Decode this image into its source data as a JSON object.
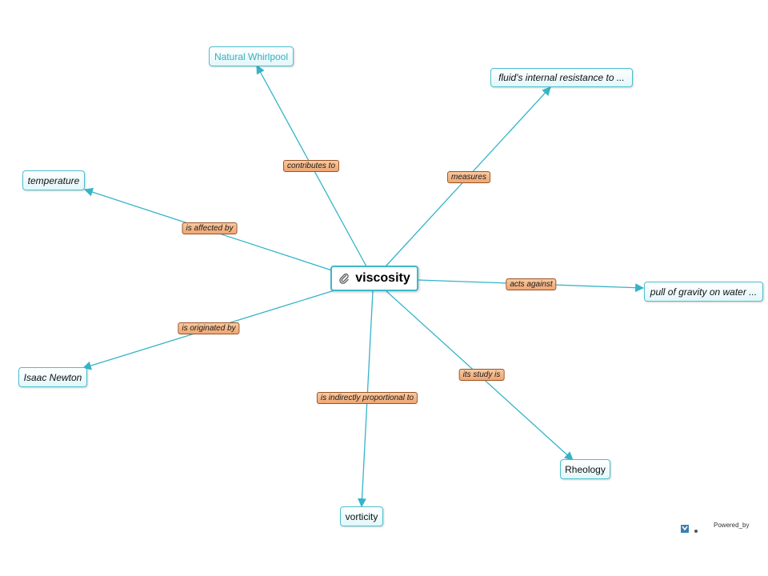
{
  "center": {
    "label": "viscosity",
    "icon": "paperclip-icon"
  },
  "nodes": {
    "natural_whirlpool": "Natural Whirlpool",
    "fluid_resistance": "fluid's internal resistance to ...",
    "temperature": "temperature",
    "pull_of_gravity": "pull of gravity on water ...",
    "isaac_newton": "Isaac Newton",
    "rheology": "Rheology",
    "vorticity": "vorticity"
  },
  "links": {
    "contributes_to": "contributes to",
    "measures": "measures",
    "is_affected_by": "is affected by",
    "acts_against": "acts against",
    "is_originated_by": "is originated by",
    "its_study_is": "its study is",
    "is_indirectly_proportional_to": "is indirectly proportional to"
  },
  "footer": {
    "powered_by": "Powered_by"
  },
  "colors": {
    "connector": "#35b4c8",
    "node_border": "#4bbfcf",
    "node_fill": "#e2f7fa",
    "label_fill": "#f2ae7c",
    "label_border": "#9a5426"
  }
}
